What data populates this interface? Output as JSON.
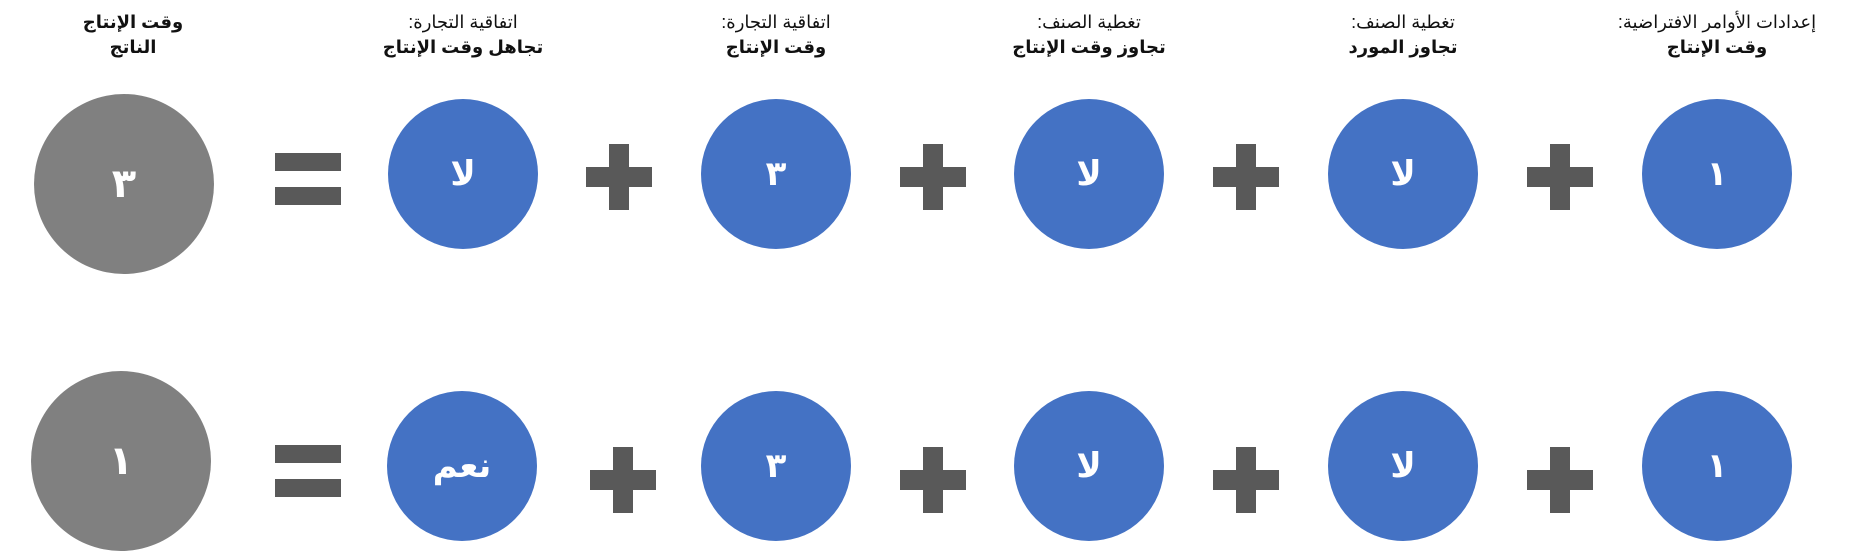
{
  "headers": {
    "default_settings": {
      "line1": "إعدادات الأوامر الافتراضية:",
      "line2": "وقت الإنتاج"
    },
    "item_coverage_supplier": {
      "line1": "تغطية الصنف:",
      "line2": "تجاوز المورد"
    },
    "item_coverage_time": {
      "line1": "تغطية الصنف:",
      "line2": "تجاوز وقت الإنتاج"
    },
    "trade_agreement_time": {
      "line1": "اتفاقية التجارة:",
      "line2": "وقت الإنتاج"
    },
    "trade_agreement_ignore": {
      "line1": "اتفاقية التجارة:",
      "line2": "تجاهل وقت الإنتاج"
    },
    "result": {
      "line1": "وقت الإنتاج",
      "line2": "الناتج"
    }
  },
  "rows": [
    {
      "default_settings": "١",
      "item_coverage_supplier": "لا",
      "item_coverage_time": "لا",
      "trade_agreement_time": "٣",
      "trade_agreement_ignore": "لا",
      "result": "٣"
    },
    {
      "default_settings": "١",
      "item_coverage_supplier": "لا",
      "item_coverage_time": "لا",
      "trade_agreement_time": "٣",
      "trade_agreement_ignore": "نعم",
      "result": "١"
    }
  ],
  "colors": {
    "input_circle": "#4472c4",
    "result_circle": "#808080",
    "operator": "#595959"
  },
  "operators": {
    "plus": "plus-sign",
    "equals": "equals-sign"
  }
}
